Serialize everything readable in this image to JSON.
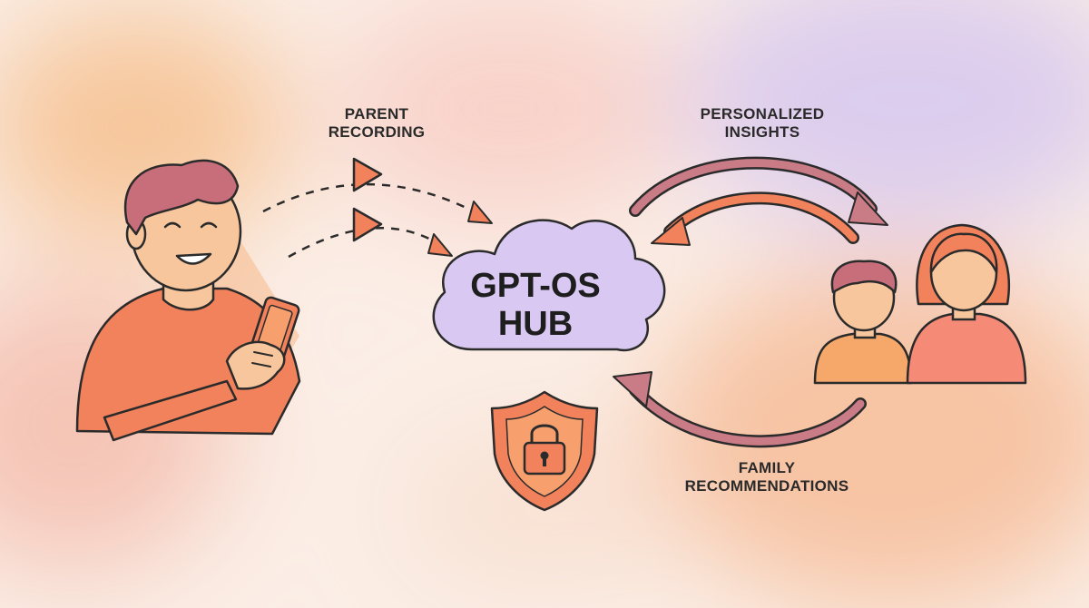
{
  "colors": {
    "background": "#fbeee6",
    "cloud_fill": "#d9c8f2",
    "outline": "#2b2b2b",
    "accent_orange": "#f2825c",
    "accent_mauve": "#c97b86",
    "skin": "#f7c69d",
    "hair_parent": "#c86e7b"
  },
  "icons": {
    "parent": "parent-with-phone",
    "hub": "cloud",
    "family": "child-and-adult",
    "security": "shield-lock",
    "media": "play-triangle"
  },
  "labels": {
    "parent_recording": [
      "PARENT",
      "RECORDING"
    ],
    "personalized_insights": [
      "PERSONALIZED",
      "INSIGHTS"
    ],
    "family_recommendations": [
      "FAMILY",
      "RECOMMENDATIONS"
    ]
  },
  "hub": {
    "title_lines": [
      "GPT-OS",
      "HUB"
    ]
  }
}
